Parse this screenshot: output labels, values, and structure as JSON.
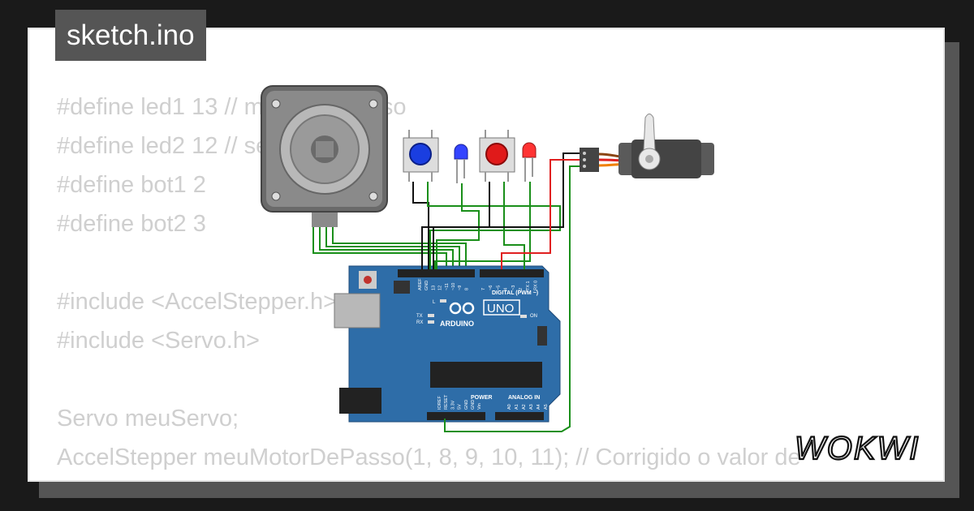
{
  "header": {
    "title": "sketch.ino"
  },
  "code_lines": [
    "#define led1 13 // motor de passo",
    "#define led2 12 // servo motor",
    "#define bot1 2",
    "#define bot2 3",
    "",
    "#include <AccelStepper.h>",
    "#include <Servo.h>",
    "",
    "Servo meuServo;",
    "AccelStepper meuMotorDePasso(1, 8, 9, 10, 11); // Corrigido o valor de"
  ],
  "board": {
    "brand": "ARDUINO",
    "model": "UNO",
    "digital_label": "DIGITAL (PWM ~)",
    "power_label": "POWER",
    "analog_label": "ANALOG IN",
    "led_l": "L",
    "led_tx": "TX",
    "led_rx": "RX",
    "led_on": "ON",
    "top_pins": [
      "AREF",
      "GND",
      "13",
      "12",
      "~11",
      "~10",
      "~9",
      "8",
      "7",
      "~6",
      "~5",
      "4",
      "~3",
      "2",
      "TX 1",
      "RX 0"
    ],
    "power_pins": [
      "IOREF",
      "RESET",
      "3.3V",
      "5V",
      "GND",
      "GND",
      "Vin"
    ],
    "analog_pins": [
      "A0",
      "A1",
      "A2",
      "A3",
      "A4",
      "A5"
    ]
  },
  "logo": {
    "text": "WOKWI"
  },
  "colors": {
    "board_blue": "#2e6da8",
    "wire_green": "#1a8f1a",
    "wire_red": "#e02020",
    "button_blue": "#1a3ee0",
    "button_red": "#e01a1a",
    "background": "#1a1a1a"
  }
}
